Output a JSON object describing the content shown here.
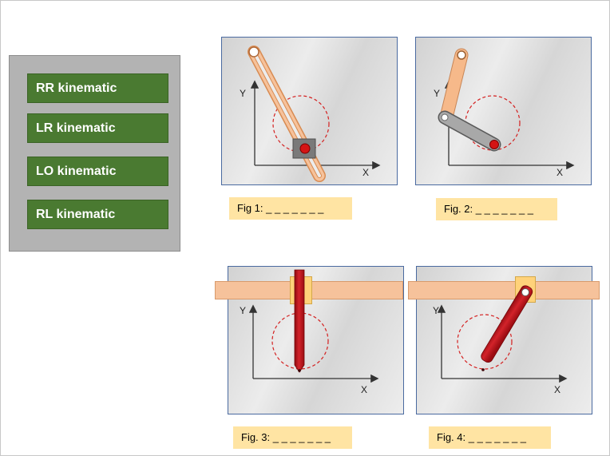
{
  "options": [
    {
      "label": "RR kinematic"
    },
    {
      "label": "LR kinematic"
    },
    {
      "label": "LO kinematic"
    },
    {
      "label": "RL kinematic"
    }
  ],
  "figures": [
    {
      "caption": "Fig 1: _ _ _ _ _ _ _",
      "x_axis": "X",
      "y_axis": "Y"
    },
    {
      "caption": "Fig. 2: _ _ _ _ _ _ _",
      "x_axis": "X",
      "y_axis": "Y"
    },
    {
      "caption": "Fig. 3: _ _ _ _ _ _ _",
      "x_axis": "X",
      "y_axis": "Y"
    },
    {
      "caption": "Fig. 4: _ _ _ _ _ _ _",
      "x_axis": "X",
      "y_axis": "Y"
    }
  ],
  "colors": {
    "option_green": "#4a7a31",
    "rail_orange": "#f6c29b",
    "arm_red": "#c1121f",
    "caption_yellow": "#ffe4a3",
    "circle_dashed": "#d42020"
  }
}
